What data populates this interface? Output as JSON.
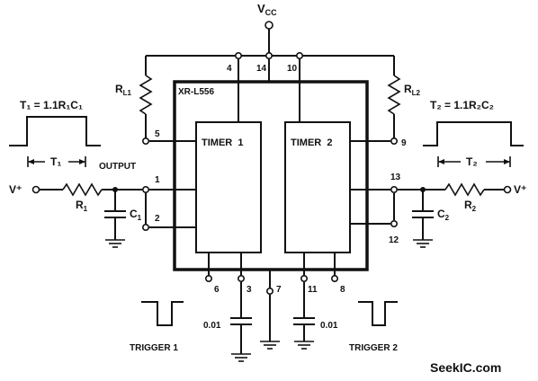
{
  "supply": {
    "vcc_main": "V",
    "vcc_sub": "CC"
  },
  "ic": {
    "part": "XR-L556",
    "timer1": "TIMER  1",
    "timer2": "TIMER  2"
  },
  "pins": {
    "p1": "1",
    "p2": "2",
    "p3": "3",
    "p4": "4",
    "p5": "5",
    "p6": "6",
    "p7": "7",
    "p8": "8",
    "p9": "9",
    "p10": "10",
    "p11": "11",
    "p12": "12",
    "p13": "13",
    "p14": "14"
  },
  "components": {
    "r1_main": "R",
    "r1_sub": "1",
    "r2_main": "R",
    "r2_sub": "2",
    "rl1_main": "R",
    "rl1_sub": "L1",
    "rl2_main": "R",
    "rl2_sub": "L2",
    "c1_main": "C",
    "c1_sub": "1",
    "c2_main": "C",
    "c2_sub": "2",
    "cap3": "0.01",
    "cap11": "0.01"
  },
  "inputs": {
    "vplus_left": "V⁺",
    "vplus_right": "V⁺"
  },
  "labels": {
    "output": "OUTPUT",
    "trigger1": "TRIGGER 1",
    "trigger2": "TRIGGER 2",
    "formula1": "T₁ = 1.1R₁C₁",
    "formula2": "T₂ = 1.1R₂C₂",
    "t1": "T₁",
    "t2": "T₂"
  },
  "watermark": "SeekIC.com"
}
